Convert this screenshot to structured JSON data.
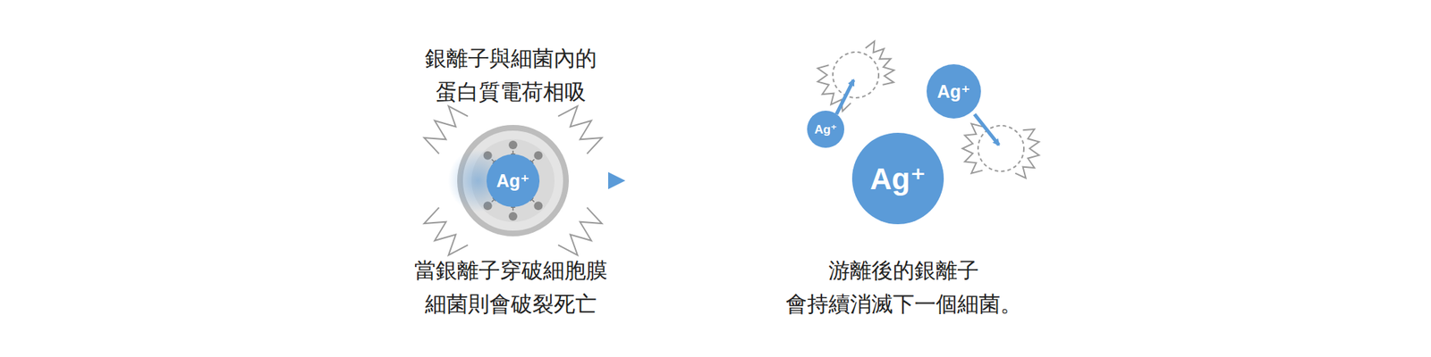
{
  "diagram": {
    "nodes": [
      {
        "text": [
          "Ag⁺"
        ]
      },
      {
        "text": [
          "Ag⁺"
        ]
      },
      {
        "text": [
          "Ag⁺"
        ]
      },
      {
        "text": [
          "Ag⁺"
        ]
      }
    ],
    "labels": [
      "銀離子與細菌內的 蛋白質電荷相吸",
      "當銀離子穿破細胞膜 細菌則會破裂死亡",
      "游離後的銀離子 會持續消滅下一個細菌。"
    ]
  }
}
